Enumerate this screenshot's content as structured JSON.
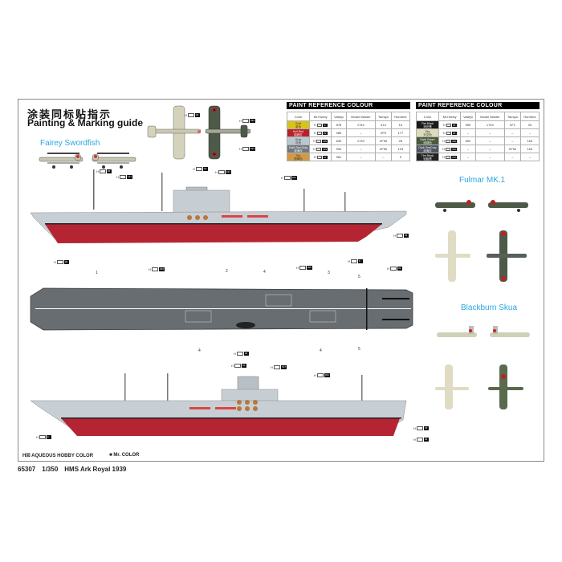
{
  "header": {
    "title_cn": "涂装同标贴指示",
    "title_en": "Painting & Marking guide"
  },
  "sections": {
    "swordfish": "Fairey Swordfish",
    "fulmar": "Fulmar MK.1",
    "skua": "Blackburn Skua"
  },
  "paint_tables": [
    {
      "title": "PAINT  REFERENCE COLOUR",
      "columns": [
        "Color",
        "Mr.Hobby",
        "Vallejo",
        "Model Master",
        "Tamiya",
        "Humbrol"
      ],
      "rows": [
        {
          "color_en": "Gold",
          "color_cn": "金色",
          "swatch": "#d8c21e",
          "text_color": "#333",
          "hobby": "9",
          "vallejo": "878",
          "model_master": "1744",
          "tamiya": "X12",
          "humbrol": "16"
        },
        {
          "color_en": "Hull Red",
          "color_cn": "船底红",
          "swatch": "#b8202a",
          "text_color": "#fff",
          "hobby": "29",
          "vallejo": "985",
          "model_master": "–",
          "tamiya": "XF9",
          "humbrol": "177"
        },
        {
          "color_en": "Gray",
          "color_cn": "灰色",
          "swatch": "#b9c7cf",
          "text_color": "#333",
          "hobby": "305",
          "vallejo": "830",
          "model_master": "1733",
          "tamiya": "XF55",
          "humbrol": "28"
        },
        {
          "color_en": "Dark Sea Gray",
          "color_cn": "深海灰",
          "swatch": "#707880",
          "text_color": "#fff",
          "hobby": "333",
          "vallejo": "994",
          "model_master": "–",
          "tamiya": "XF50",
          "humbrol": "123"
        },
        {
          "color_en": "Tan",
          "color_cn": "棕褐色",
          "swatch": "#d19a45",
          "text_color": "#333",
          "hobby": "44",
          "vallejo": "981",
          "model_master": "–",
          "tamiya": "–",
          "humbrol": "9"
        }
      ]
    },
    {
      "title": "PAINT  REFERENCE COLOUR",
      "columns": [
        "Color",
        "Mr.Hobby",
        "Vallejo",
        "Model Master",
        "Tamiya",
        "Humbrol"
      ],
      "rows": [
        {
          "color_en": "Flat Black",
          "color_cn": "消光黑",
          "swatch": "#1a1a1a",
          "text_color": "#fff",
          "hobby": "33",
          "vallejo": "950",
          "model_master": "1749",
          "tamiya": "XF1",
          "humbrol": "33"
        },
        {
          "color_en": "Sky",
          "color_cn": "天空色",
          "swatch": "#dcdcb8",
          "text_color": "#333",
          "hobby": "26",
          "vallejo": "–",
          "model_master": "–",
          "tamiya": "–",
          "humbrol": "–"
        },
        {
          "color_en": "Dark Green",
          "color_cn": "深绿色",
          "swatch": "#4a5a3c",
          "text_color": "#fff",
          "hobby": "330",
          "vallejo": "892",
          "model_master": "–",
          "tamiya": "–",
          "humbrol": "163"
        },
        {
          "color_en": "Dark SeaGray",
          "color_cn": "深海灰",
          "swatch": "#4d5560",
          "text_color": "#fff",
          "hobby": "331",
          "vallejo": "–",
          "model_master": "–",
          "tamiya": "XF54",
          "humbrol": "164"
        },
        {
          "color_en": "Tire Black",
          "color_cn": "轮胎黑",
          "swatch": "#222222",
          "text_color": "#fff",
          "hobby": "137",
          "vallejo": "–",
          "model_master": "–",
          "tamiya": "–",
          "humbrol": "–"
        }
      ]
    }
  ],
  "callouts": {
    "sw_1": {
      "h": "H",
      "code": "26"
    },
    "sw_2": {
      "h": "H",
      "code": "137"
    },
    "sw_top_1": {
      "h": "H",
      "code": "26"
    },
    "sw_top_2": {
      "h": "H",
      "code": "330"
    },
    "sw_top_3": {
      "h": "H",
      "code": "330"
    },
    "ship1_a": {
      "h": "H",
      "code": "44"
    },
    "ship1_b": {
      "h": "H",
      "code": "137"
    },
    "ship1_c": {
      "h": "H",
      "code": "331"
    },
    "ship1_d": {
      "h": "H",
      "code": "33"
    },
    "ship1_e": {
      "h": "H",
      "code": "9"
    },
    "ship1_f": {
      "h": "H",
      "code": "29"
    },
    "deck_a": {
      "h": "H",
      "code": "333"
    },
    "deck_b": {
      "h": "H",
      "code": "305"
    },
    "deck_c": {
      "h": "H",
      "code": "33"
    },
    "deck_d": {
      "h": "H",
      "code": "33"
    },
    "ship2_a": {
      "h": "H",
      "code": "44"
    },
    "ship2_b": {
      "h": "H",
      "code": "137"
    },
    "ship2_c": {
      "h": "H",
      "code": "331"
    },
    "ship2_d": {
      "h": "H",
      "code": "33"
    },
    "ship2_e": {
      "h": "H",
      "code": "9"
    },
    "ship2_f": {
      "h": "H",
      "code": "33"
    },
    "ship2_g": {
      "h": "H",
      "code": "29"
    }
  },
  "deck_numbers": [
    "1",
    "2",
    "4",
    "3",
    "5",
    "4",
    "4",
    "5"
  ],
  "legend": {
    "hobby": "H☒ AQUEOUS HOBBY COLOR",
    "mr": "■ Mr. COLOR"
  },
  "footer": {
    "code": "65307",
    "scale": "1/350",
    "name": "HMS Ark Royal 1939"
  }
}
